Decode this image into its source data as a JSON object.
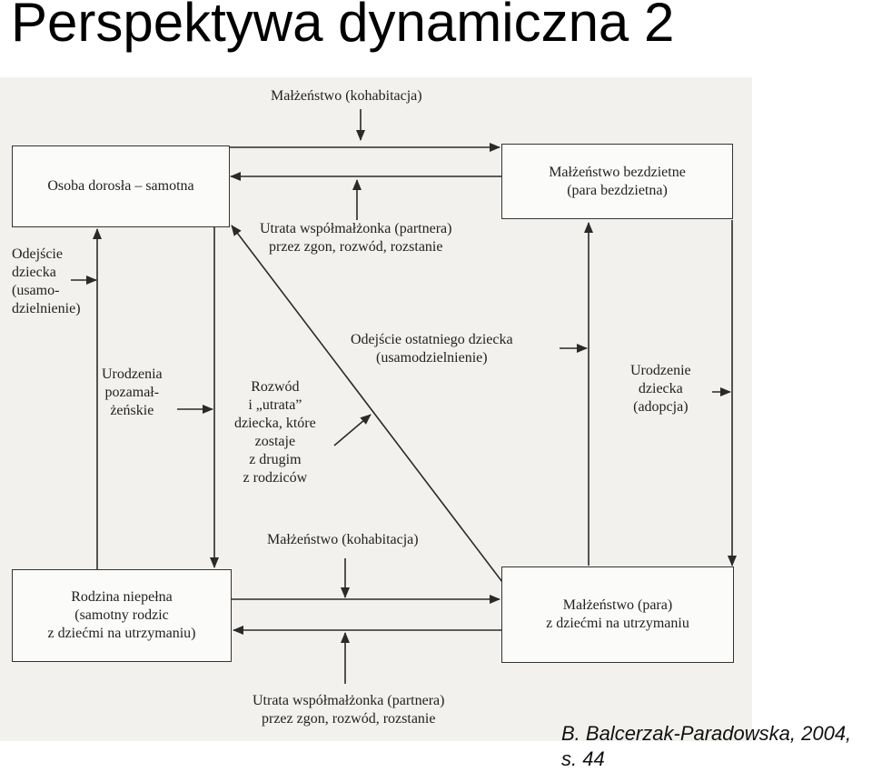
{
  "title": "Perspektywa dynamiczna 2",
  "nodes": {
    "single_adult": "Osoba dorosła – samotna",
    "childless_marriage": [
      "Małżeństwo bezdzietne",
      "(para bezdzietna)"
    ],
    "incomplete_family": [
      "Rodzina niepełna",
      "(samotny rodzic",
      "z dziećmi na utrzymaniu)"
    ],
    "marriage_children": [
      "Małżeństwo (para)",
      "z dziećmi na utrzymaniu"
    ]
  },
  "labels": {
    "marriage_top": "Małżeństwo (kohabitacja)",
    "partner_loss_top": [
      "Utrata współmałżonka (partnera)",
      "przez zgon, rozwód, rozstanie"
    ],
    "child_leaving": [
      "Odejście",
      "dziecka",
      "(usamo-",
      "dzielnienie)"
    ],
    "nonmarital_birth": [
      "Urodzenia",
      "pozamał-",
      "żeńskie"
    ],
    "divorce": [
      "Rozwód",
      "i „utrata”",
      "dziecka, które",
      "zostaje",
      "z drugim",
      "z rodziców"
    ],
    "last_child_leaving": [
      "Odejście ostatniego dziecka",
      "(usamodzielnienie)"
    ],
    "birth_adoption": [
      "Urodzenie",
      "dziecka",
      "(adopcja)"
    ],
    "marriage_bottom": "Małżeństwo (kohabitacja)",
    "partner_loss_bottom": [
      "Utrata współmałżonka (partnera)",
      "przez zgon, rozwód, rozstanie"
    ]
  },
  "caption": [
    "B. Balcerzak-Paradowska, 2004,",
    "s. 44"
  ]
}
